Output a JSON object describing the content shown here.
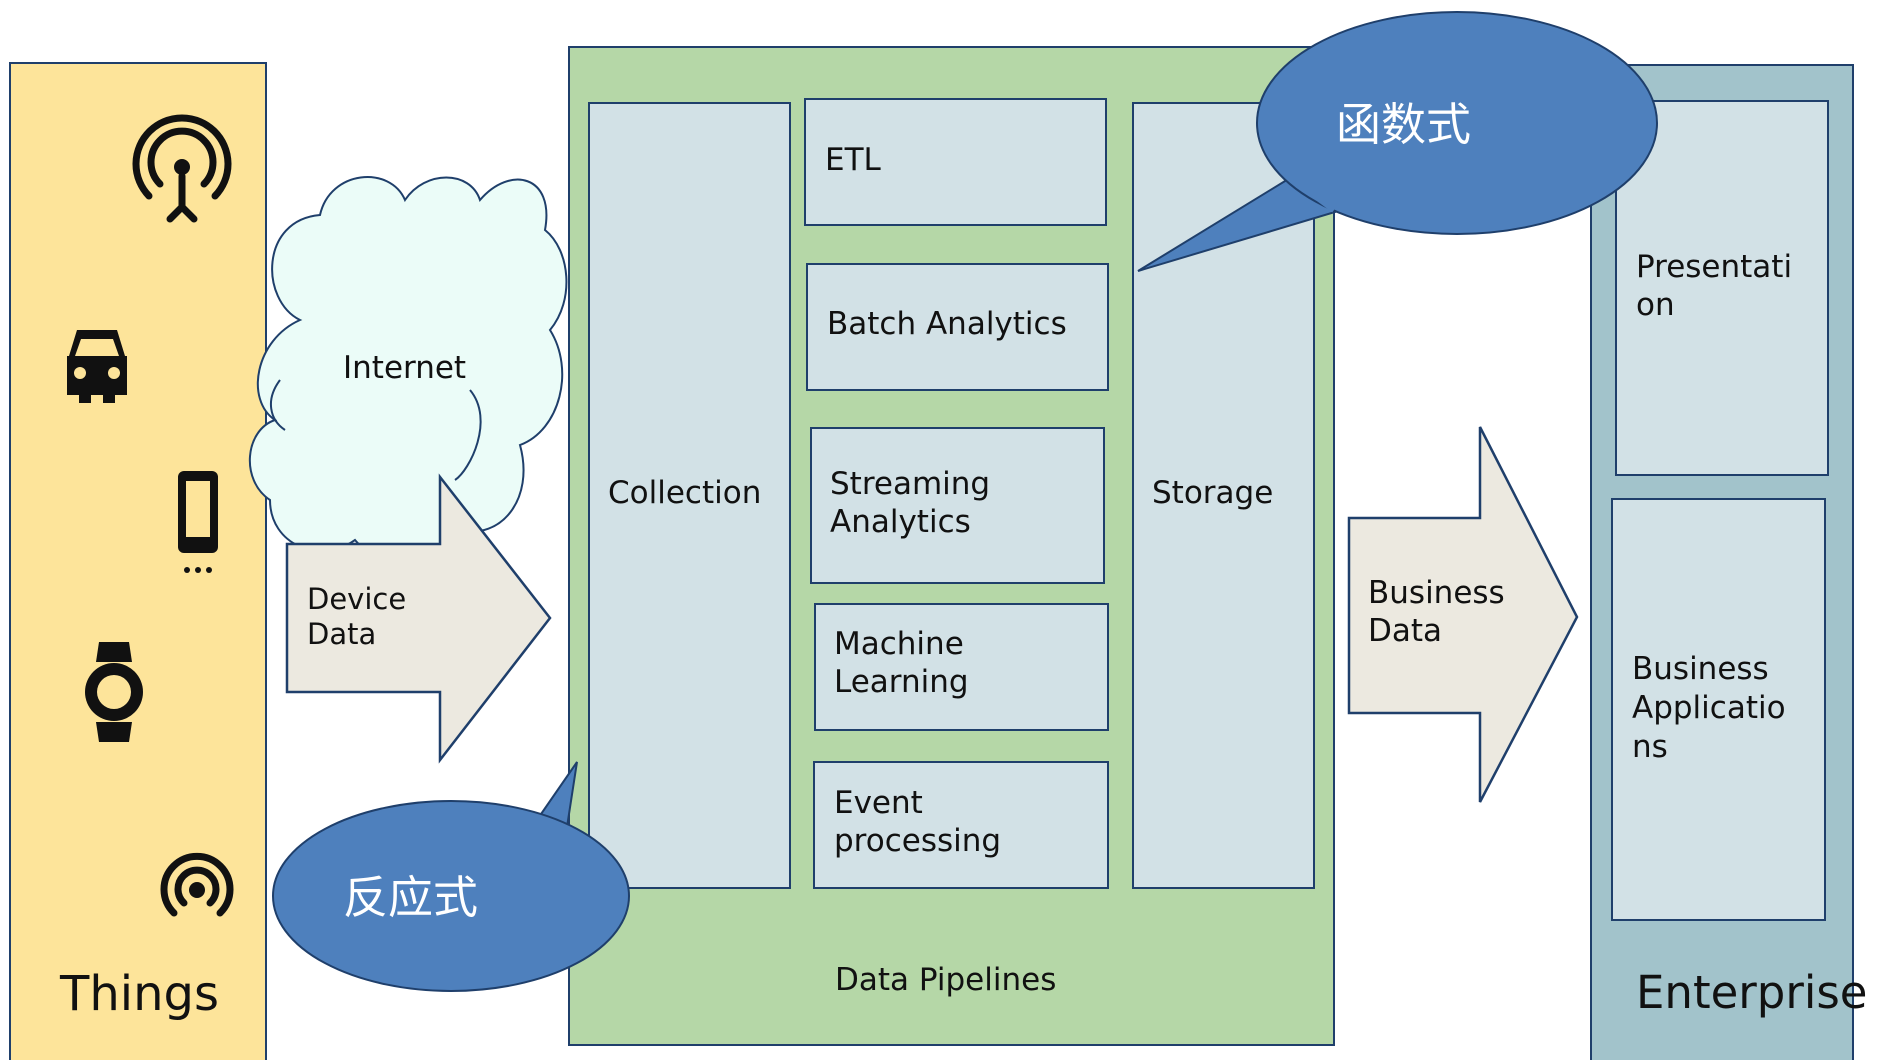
{
  "things": {
    "label": "Things",
    "icons": [
      "antenna-icon",
      "car-icon",
      "phone-icon",
      "watch-icon",
      "sensor-icon"
    ]
  },
  "internet": {
    "label": "Internet"
  },
  "device_data": {
    "line1": "Device",
    "line2": "Data"
  },
  "pipelines": {
    "label": "Data Pipelines",
    "collection": "Collection",
    "etl": "ETL",
    "batch": "Batch Analytics",
    "streaming": {
      "line1": "Streaming",
      "line2": "Analytics"
    },
    "ml": {
      "line1": "Machine",
      "line2": "Learning"
    },
    "event": {
      "line1": "Event",
      "line2": "processing"
    },
    "storage": "Storage"
  },
  "business_data": {
    "line1": "Business",
    "line2": "Data"
  },
  "enterprise": {
    "label": "Enterprise",
    "presentation": {
      "line1": "Presentati",
      "line2": "on"
    },
    "apps": {
      "line1": "Business",
      "line2": "Applicatio",
      "line3": "ns"
    }
  },
  "callouts": {
    "functional": "函数式",
    "reactive": "反应式"
  },
  "colors": {
    "things_bg": "#fde49a",
    "pipelines_bg": "#b5d7a7",
    "box_bg": "#d2e1e6",
    "enterprise_bg": "#a2c3cb",
    "cloud_bg": "#ebfcf8",
    "arrow_bg": "#ece9e0",
    "callout_bg": "#4e80bd",
    "border": "#1f3f6b"
  }
}
